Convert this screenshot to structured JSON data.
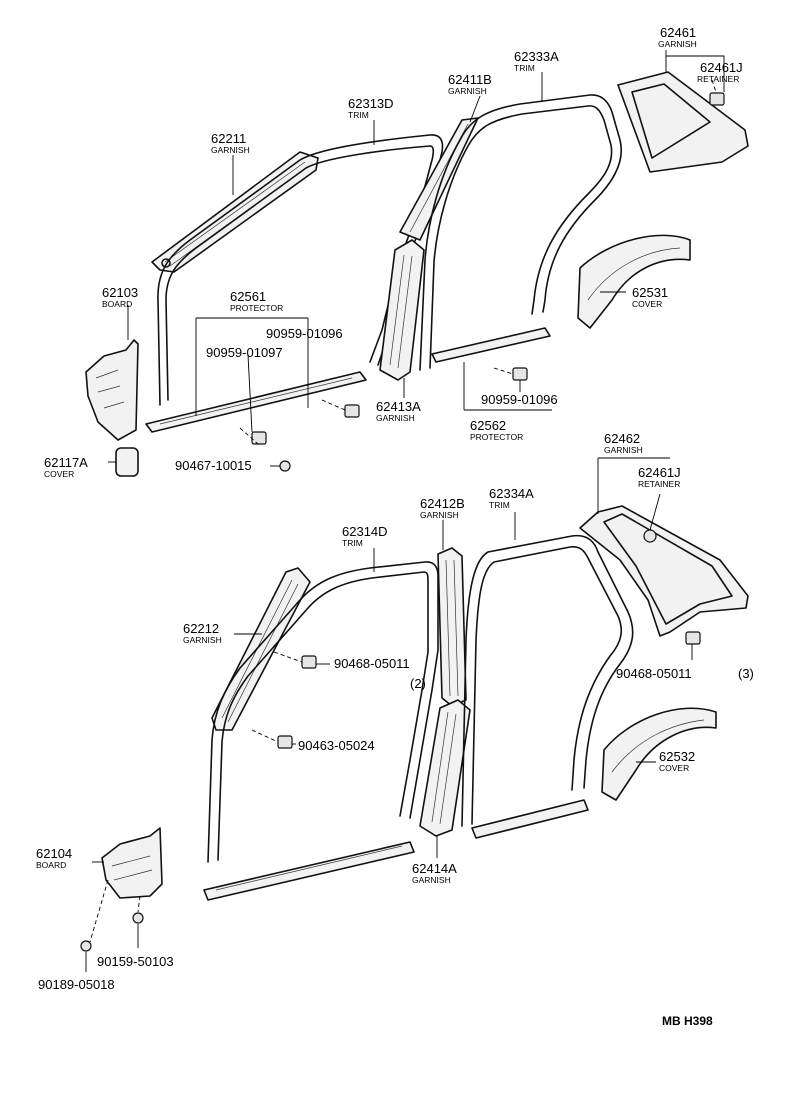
{
  "labels": {
    "l62211": {
      "pn": "62211",
      "nm": "GARNISH"
    },
    "l62313D": {
      "pn": "62313D",
      "nm": "TRIM"
    },
    "l62411B": {
      "pn": "62411B",
      "nm": "GARNISH"
    },
    "l62333A": {
      "pn": "62333A",
      "nm": "TRIM"
    },
    "l62461": {
      "pn": "62461",
      "nm": "GARNISH"
    },
    "l62461J_a": {
      "pn": "62461J",
      "nm": "RETAINER"
    },
    "l62103": {
      "pn": "62103",
      "nm": "BOARD"
    },
    "l62561": {
      "pn": "62561",
      "nm": "PROTECTOR"
    },
    "l62531": {
      "pn": "62531",
      "nm": "COVER"
    },
    "l62413A": {
      "pn": "62413A",
      "nm": "GARNISH"
    },
    "l62562": {
      "pn": "62562",
      "nm": "PROTECTOR"
    },
    "l62117A": {
      "pn": "62117A",
      "nm": "COVER"
    },
    "l62462": {
      "pn": "62462",
      "nm": "GARNISH"
    },
    "l62461J_b": {
      "pn": "62461J",
      "nm": "RETAINER"
    },
    "l62412B": {
      "pn": "62412B",
      "nm": "GARNISH"
    },
    "l62334A": {
      "pn": "62334A",
      "nm": "TRIM"
    },
    "l62314D": {
      "pn": "62314D",
      "nm": "TRIM"
    },
    "l62212": {
      "pn": "62212",
      "nm": "GARNISH"
    },
    "l62532": {
      "pn": "62532",
      "nm": "COVER"
    },
    "l62104": {
      "pn": "62104",
      "nm": "BOARD"
    },
    "l62414A": {
      "pn": "62414A",
      "nm": "GARNISH"
    }
  },
  "fasteners": {
    "f90959_01096_a": "90959-01096",
    "f90959_01097": "90959-01097",
    "f90959_01096_b": "90959-01096",
    "f90467_10015": "90467-10015",
    "f90468_05011_a": "90468-05011",
    "f90468_05011_a_qty": "(2)",
    "f90468_05011_b": "90468-05011",
    "f90468_05011_b_qty": "(3)",
    "f90463_05024": "90463-05024",
    "f90159_50103": "90159-50103",
    "f90189_05018": "90189-05018"
  },
  "diagram_code": "MB H398"
}
